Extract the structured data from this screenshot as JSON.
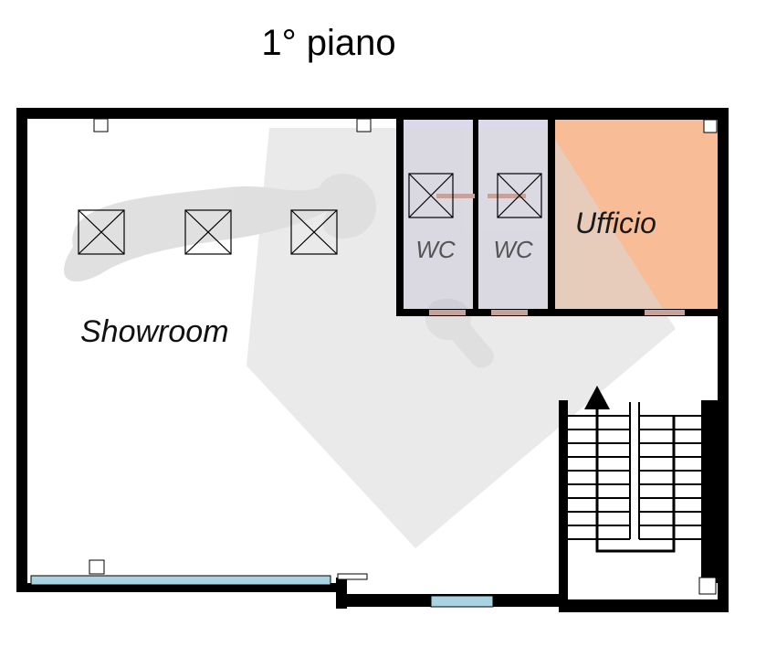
{
  "title": "1° piano",
  "rooms": {
    "showroom": "Showroom",
    "wc_1": "WC",
    "wc_2": "WC",
    "ufficio": "Ufficio"
  },
  "colors": {
    "wall": "#000000",
    "wc_fill": "#ddd9ec",
    "office_fill": "#f8bd97",
    "window_fill": "#a9d3e0",
    "door_fill": "#c8a29a",
    "watermark": "#e9e9e9"
  },
  "icons": [
    "watermark-logo-icon",
    "stair-direction-arrow-icon"
  ]
}
